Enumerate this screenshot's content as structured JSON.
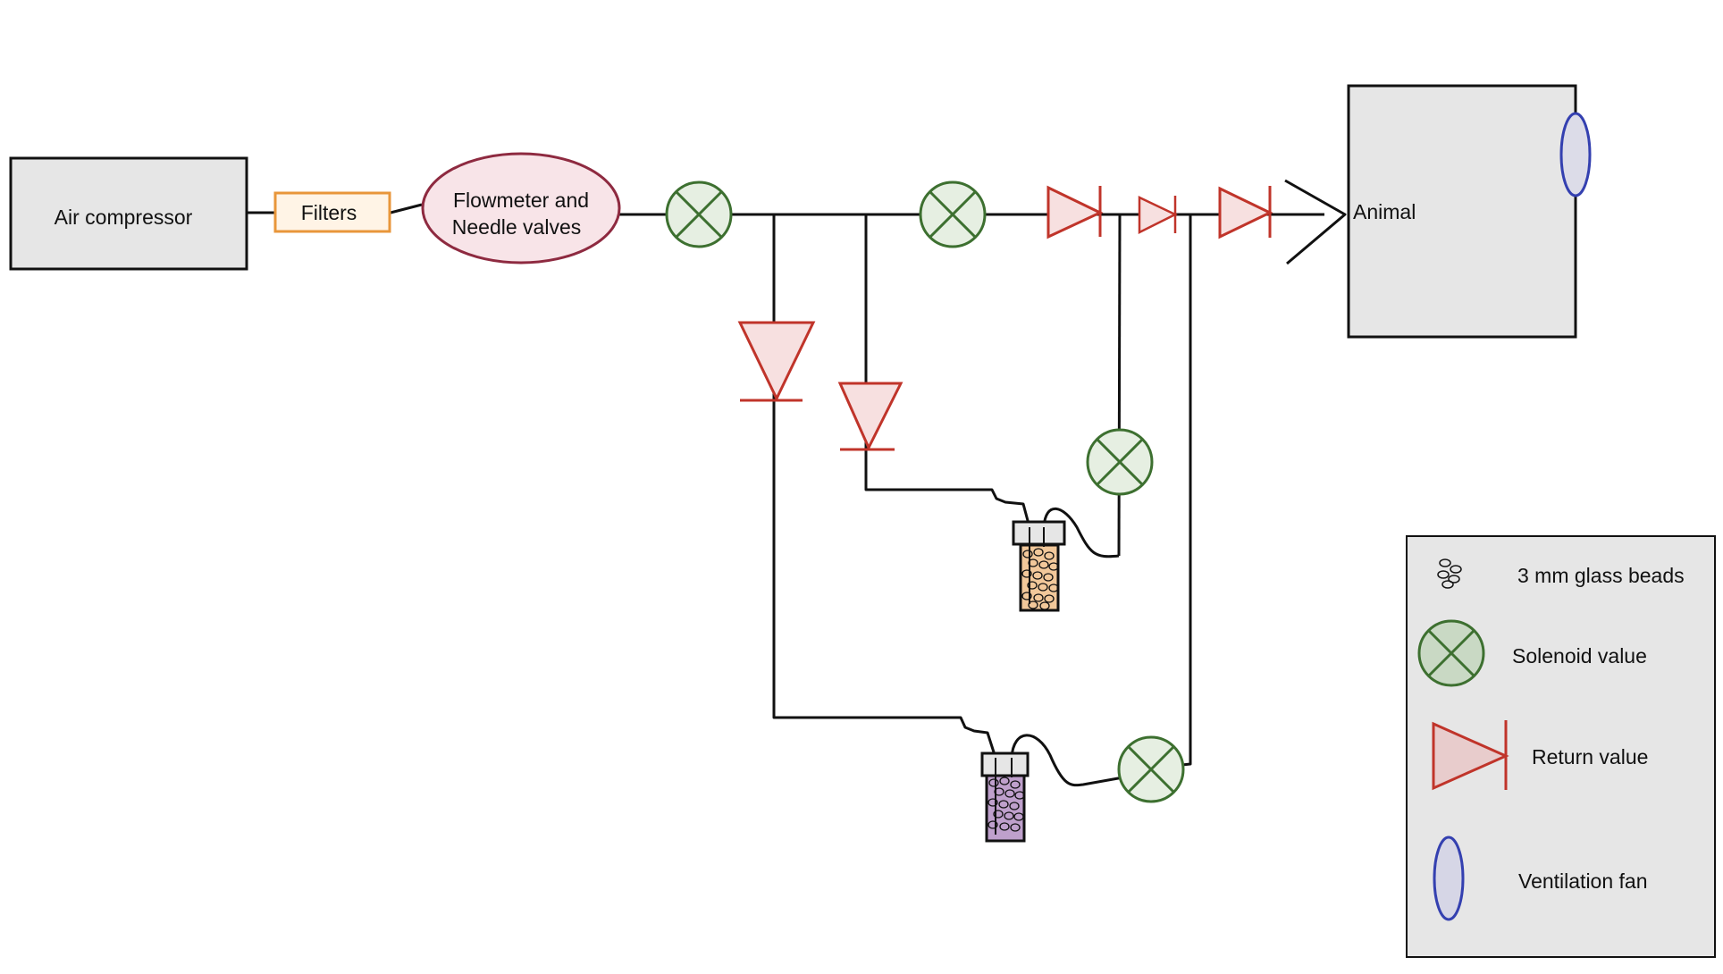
{
  "components": {
    "air_compressor": "Air compressor",
    "filters": "Filters",
    "flowmeter_line1": "Flowmeter and",
    "flowmeter_line2": "Needle valves",
    "animal": "Animal"
  },
  "legend": {
    "glass_beads": "3 mm glass beads",
    "solenoid": "Solenoid value",
    "return": "Return value",
    "fan": "Ventilation fan"
  },
  "colors": {
    "solenoid_stroke": "#3d7030",
    "solenoid_fill": "#e6efe2",
    "return_stroke": "#c0342a",
    "return_fill": "#f7e0e0",
    "fan_stroke": "#3440b0",
    "fan_fill": "#dcdce8",
    "filters_stroke": "#e8963a",
    "filters_fill": "#fff4e6",
    "flowmeter_stroke": "#8e2a40",
    "flowmeter_fill": "#f8e4e8",
    "box_fill": "#e6e6e6",
    "vial1_fill": "#f2c89a",
    "vial2_fill": "#bfa0cc"
  }
}
